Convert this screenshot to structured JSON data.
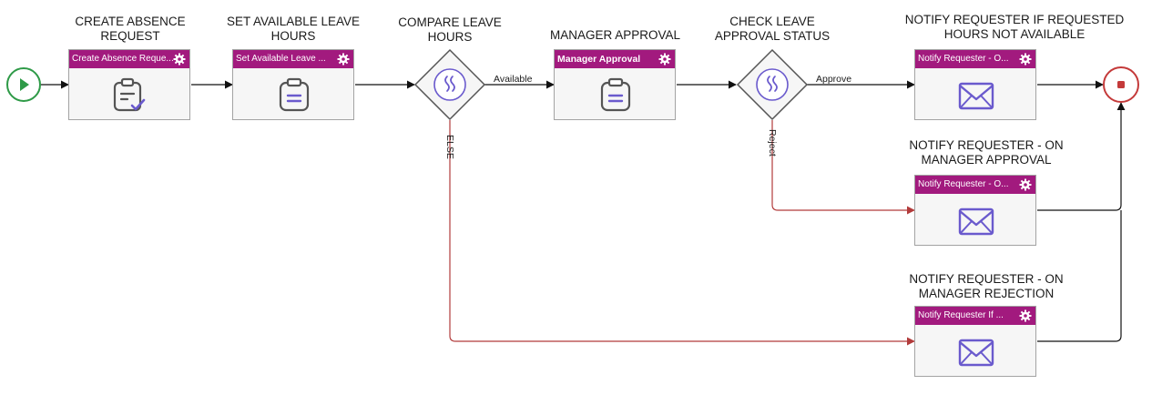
{
  "steps": {
    "create_absence": {
      "title": "CREATE ABSENCE\nREQUEST",
      "card": "Create Absence Reque...",
      "icon": "clipboard-check-icon"
    },
    "set_leave_hours": {
      "title": "SET AVAILABLE LEAVE\nHOURS",
      "card": "Set Available Leave ...",
      "icon": "clipboard-list-icon"
    },
    "compare_leave": {
      "title": "COMPARE LEAVE\nHOURS",
      "icon": "decision-wave-icon"
    },
    "manager_approval": {
      "title": "MANAGER APPROVAL",
      "card": "Manager Approval",
      "icon": "clipboard-list-icon"
    },
    "check_status": {
      "title": "CHECK LEAVE\nAPPROVAL STATUS",
      "icon": "decision-wave-icon"
    },
    "notify_not_available": {
      "title": "NOTIFY REQUESTER IF REQUESTED\nHOURS NOT AVAILABLE",
      "card": "Notify Requester - O...",
      "icon": "envelope-icon"
    },
    "notify_approval": {
      "title": "NOTIFY REQUESTER - ON\nMANAGER APPROVAL",
      "card": "Notify Requester - O...",
      "icon": "envelope-icon"
    },
    "notify_rejection": {
      "title": "NOTIFY REQUESTER - ON\nMANAGER REJECTION",
      "card": "Notify Requester If ...",
      "icon": "envelope-icon"
    }
  },
  "edges": {
    "available": "Available",
    "else": "ELSE",
    "approve": "Approve",
    "reject": "Reject"
  },
  "events": {
    "start": "play-icon",
    "end": "stop-icon"
  },
  "colors": {
    "header": "#a21a7e",
    "icon": "#6a5acd",
    "start": "#2e9a47",
    "end": "#c43a3a",
    "alt_path": "#b23b3b"
  }
}
